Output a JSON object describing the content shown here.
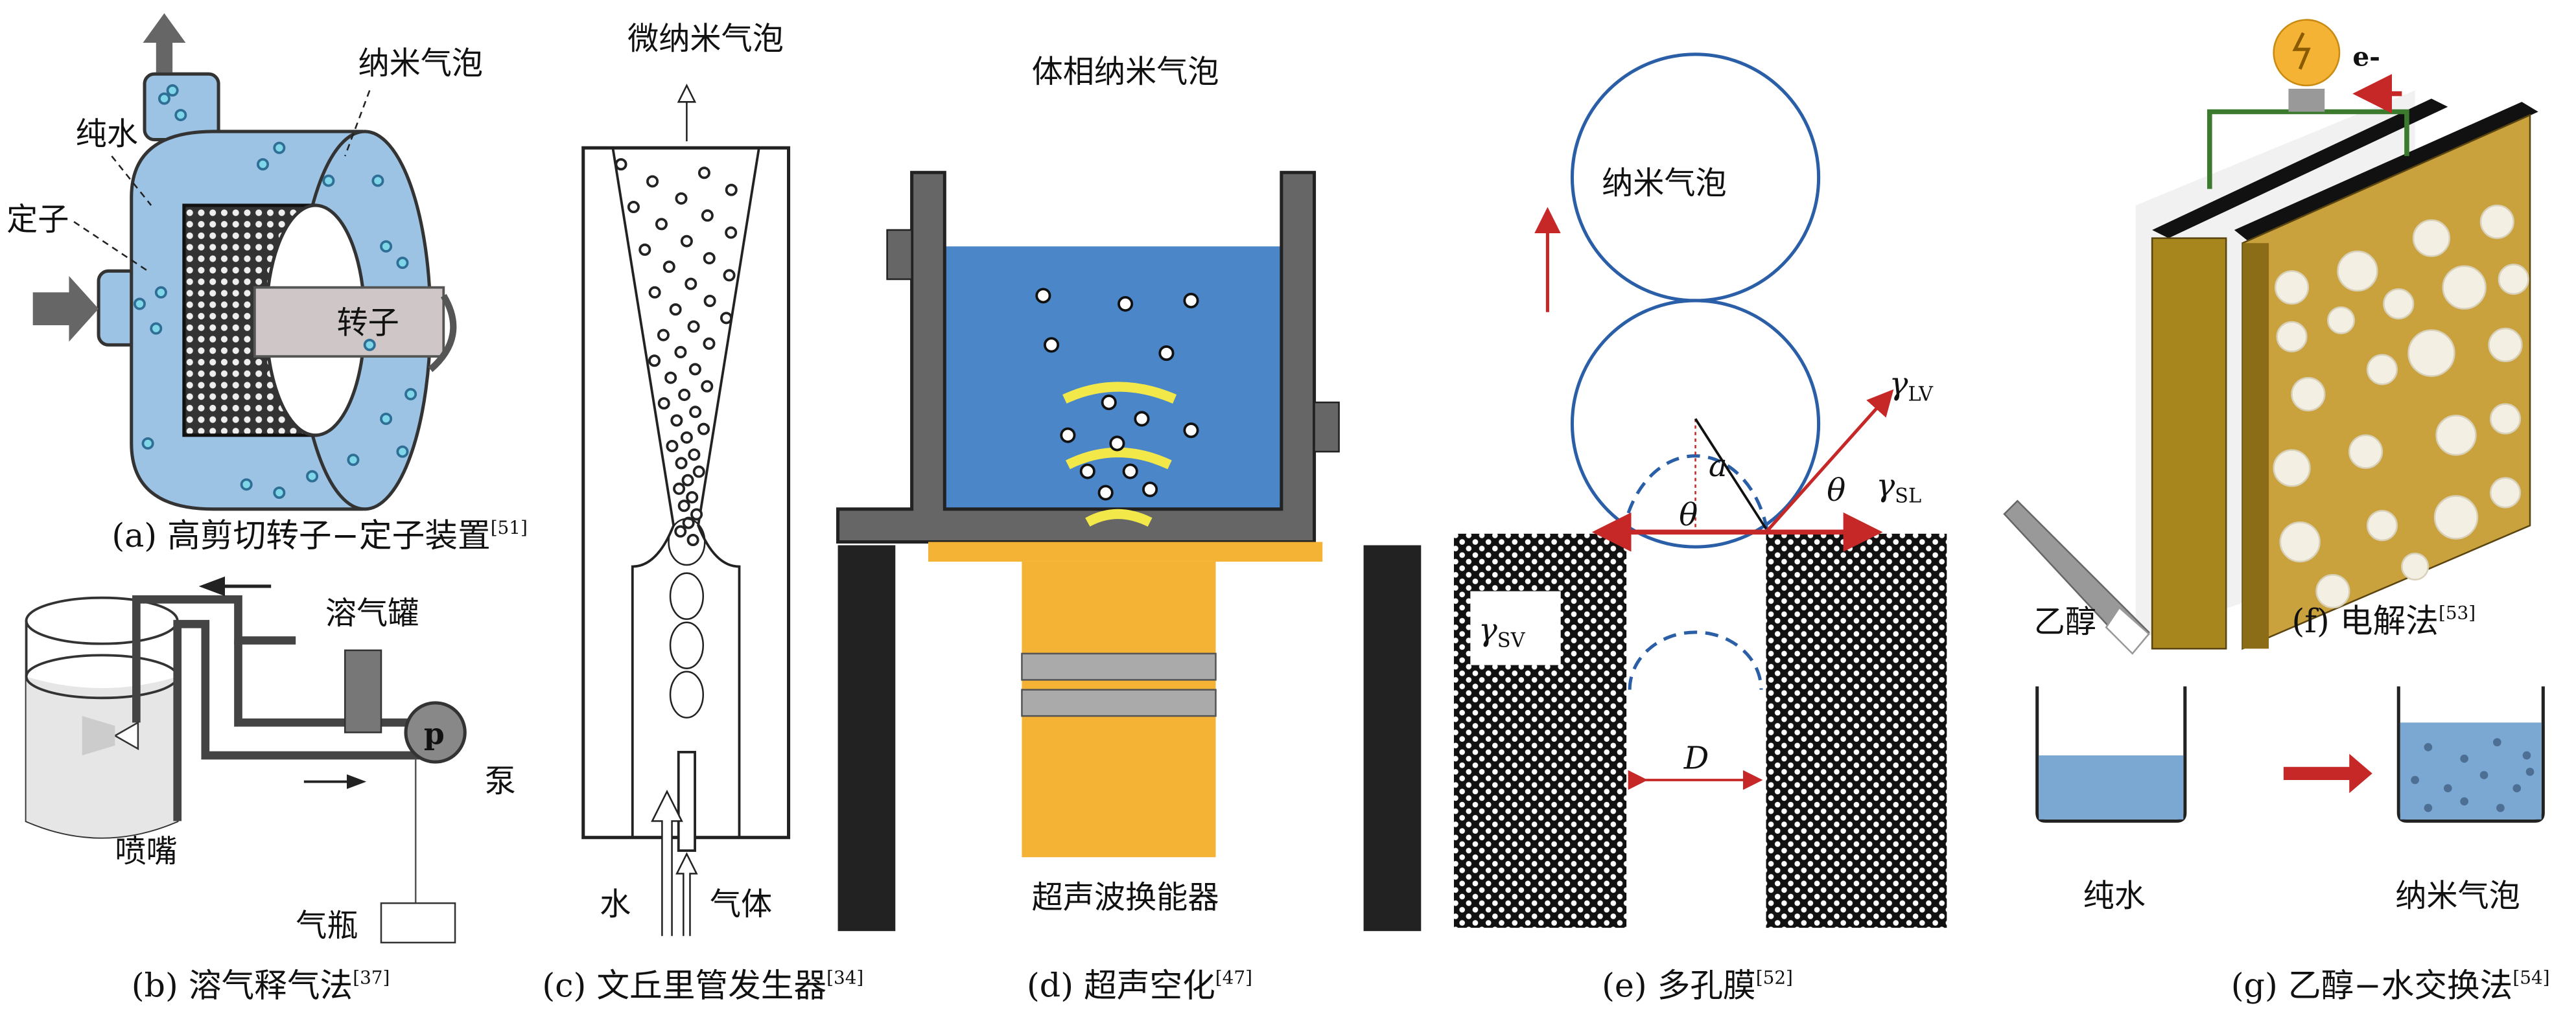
{
  "panel_a": {
    "labels": {
      "nanobubble": "纳米气泡",
      "pure_water": "纯水",
      "stator": "定子",
      "rotor": "转子"
    },
    "caption": "(a) 高剪切转子−定子装置",
    "ref": "[51]"
  },
  "panel_b": {
    "labels": {
      "tank": "溶气罐",
      "pump": "泵",
      "nozzle": "喷嘴",
      "cylinder": "气瓶"
    },
    "caption": "(b) 溶气释气法",
    "ref": "[37]"
  },
  "panel_c": {
    "labels": {
      "top": "微纳米气泡",
      "water": "水",
      "gas": "气体"
    },
    "caption": "(c) 文丘里管发生器",
    "ref": "[34]"
  },
  "panel_d": {
    "labels": {
      "bulk": "体相纳米气泡",
      "transducer": "超声波换能器"
    },
    "caption": "(d) 超声空化",
    "ref": "[47]"
  },
  "panel_e": {
    "labels": {
      "nanobubble": "纳米气泡",
      "a": "a",
      "theta": "θ",
      "gamma": "γ",
      "lv": "LV",
      "sl": "SL",
      "sv": "SV",
      "D": "D"
    },
    "caption": "(e) 多孔膜",
    "ref": "[52]"
  },
  "panel_f": {
    "labels": {
      "electron": "e-"
    },
    "caption": "(f) 电解法",
    "ref": "[53]"
  },
  "panel_g": {
    "labels": {
      "ethanol": "乙醇",
      "pure_water": "纯水",
      "nanobubble": "纳米气泡"
    },
    "caption": "(g) 乙醇−水交换法",
    "ref": "[54]"
  },
  "colors": {
    "water_blue": "#9cc3e4",
    "liquid_blue": "#4a86c8",
    "gold": "#c9a13d",
    "red": "#c62828",
    "orange": "#f5b335",
    "yellow": "#f2e84a"
  }
}
